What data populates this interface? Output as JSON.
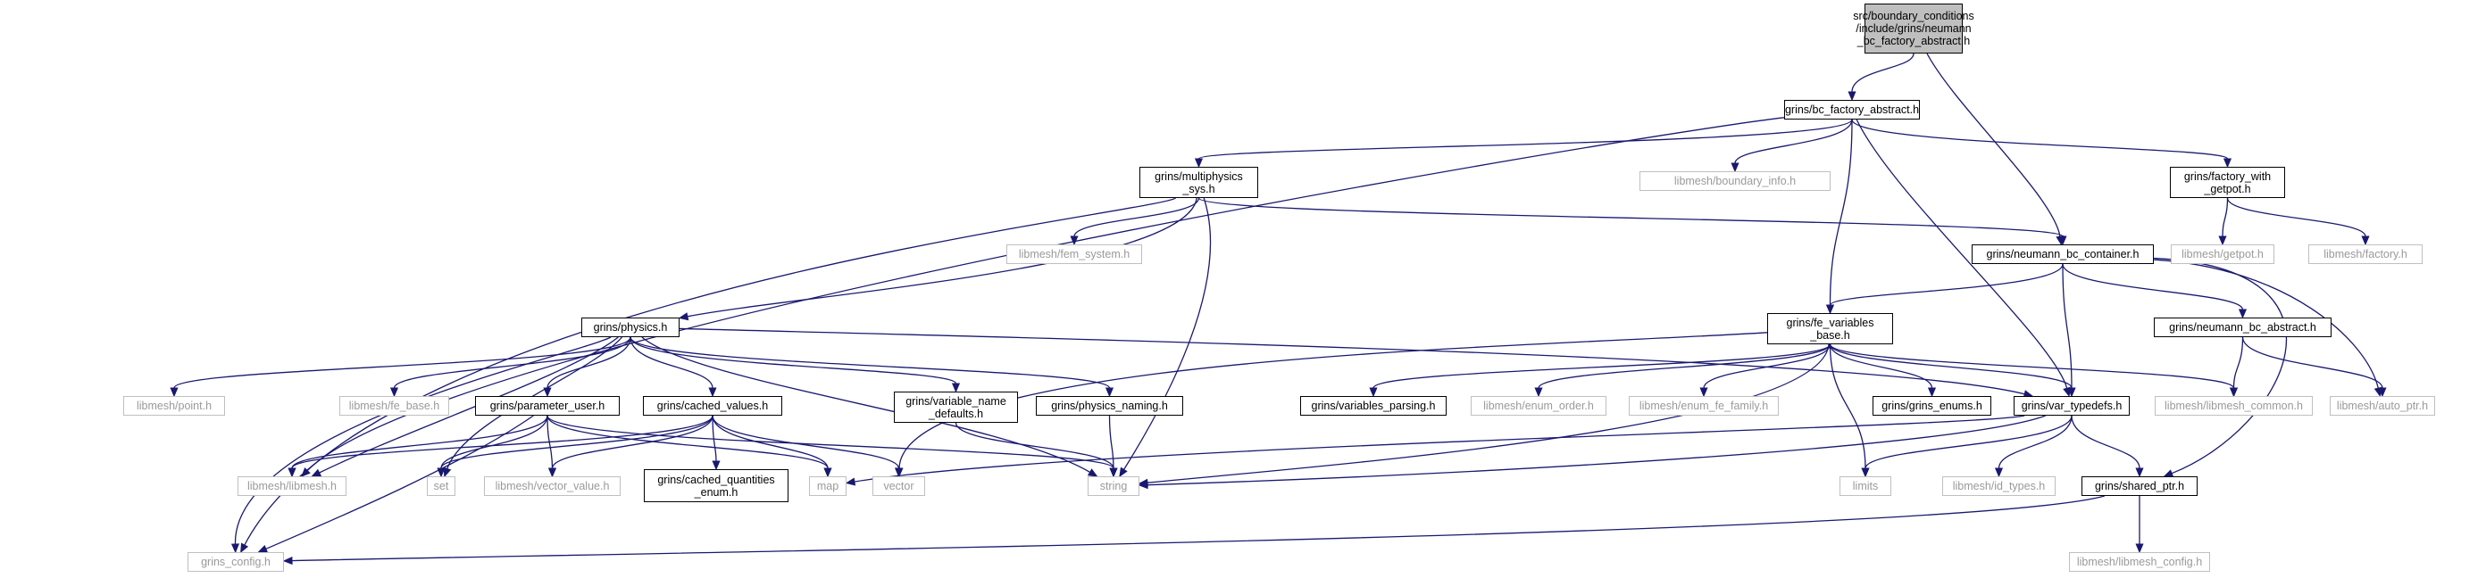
{
  "graph": {
    "colors": {
      "edge": "#191970",
      "root_fill": "#bfbfbf",
      "node_border": "#000000",
      "external_border": "#bfbfbf",
      "external_text": "#9a9a9a"
    },
    "nodes": [
      {
        "id": "root",
        "label": "src/boundary_conditions\n/include/grins/neumann\n_bc_factory_abstract.h",
        "kind": "root"
      },
      {
        "id": "bc_factory_abstract",
        "label": "grins/bc_factory_abstract.h",
        "kind": "internal"
      },
      {
        "id": "multiphysics_sys",
        "label": "grins/multiphysics\n_sys.h",
        "kind": "internal"
      },
      {
        "id": "boundary_info",
        "label": "libmesh/boundary_info.h",
        "kind": "external"
      },
      {
        "id": "factory_with_getpot",
        "label": "grins/factory_with\n_getpot.h",
        "kind": "internal"
      },
      {
        "id": "fem_system",
        "label": "libmesh/fem_system.h",
        "kind": "external"
      },
      {
        "id": "neumann_bc_container",
        "label": "grins/neumann_bc_container.h",
        "kind": "internal"
      },
      {
        "id": "getpot",
        "label": "libmesh/getpot.h",
        "kind": "external"
      },
      {
        "id": "factory",
        "label": "libmesh/factory.h",
        "kind": "external"
      },
      {
        "id": "physics",
        "label": "grins/physics.h",
        "kind": "internal"
      },
      {
        "id": "fe_variables_base",
        "label": "grins/fe_variables\n_base.h",
        "kind": "internal"
      },
      {
        "id": "neumann_bc_abstract",
        "label": "grins/neumann_bc_abstract.h",
        "kind": "internal"
      },
      {
        "id": "point",
        "label": "libmesh/point.h",
        "kind": "external"
      },
      {
        "id": "fe_base",
        "label": "libmesh/fe_base.h",
        "kind": "external"
      },
      {
        "id": "parameter_user",
        "label": "grins/parameter_user.h",
        "kind": "internal"
      },
      {
        "id": "cached_values",
        "label": "grins/cached_values.h",
        "kind": "internal"
      },
      {
        "id": "variable_name_defaults",
        "label": "grins/variable_name\n_defaults.h",
        "kind": "internal"
      },
      {
        "id": "physics_naming",
        "label": "grins/physics_naming.h",
        "kind": "internal"
      },
      {
        "id": "variables_parsing",
        "label": "grins/variables_parsing.h",
        "kind": "internal"
      },
      {
        "id": "enum_order",
        "label": "libmesh/enum_order.h",
        "kind": "external"
      },
      {
        "id": "enum_fe_family",
        "label": "libmesh/enum_fe_family.h",
        "kind": "external"
      },
      {
        "id": "grins_enums",
        "label": "grins/grins_enums.h",
        "kind": "internal"
      },
      {
        "id": "var_typedefs",
        "label": "grins/var_typedefs.h",
        "kind": "internal"
      },
      {
        "id": "libmesh_common",
        "label": "libmesh/libmesh_common.h",
        "kind": "external"
      },
      {
        "id": "auto_ptr",
        "label": "libmesh/auto_ptr.h",
        "kind": "external"
      },
      {
        "id": "libmesh_h",
        "label": "libmesh/libmesh.h",
        "kind": "external"
      },
      {
        "id": "set",
        "label": "set",
        "kind": "external"
      },
      {
        "id": "vector_value",
        "label": "libmesh/vector_value.h",
        "kind": "external"
      },
      {
        "id": "cached_quantities_enum",
        "label": "grins/cached_quantities\n_enum.h",
        "kind": "internal"
      },
      {
        "id": "map",
        "label": "map",
        "kind": "external"
      },
      {
        "id": "vector",
        "label": "vector",
        "kind": "external"
      },
      {
        "id": "string",
        "label": "string",
        "kind": "external"
      },
      {
        "id": "limits",
        "label": "limits",
        "kind": "external"
      },
      {
        "id": "id_types",
        "label": "libmesh/id_types.h",
        "kind": "external"
      },
      {
        "id": "shared_ptr",
        "label": "grins/shared_ptr.h",
        "kind": "internal"
      },
      {
        "id": "grins_config",
        "label": "grins_config.h",
        "kind": "external"
      },
      {
        "id": "libmesh_config",
        "label": "libmesh/libmesh_config.h",
        "kind": "external"
      }
    ],
    "edges": [
      [
        "root",
        "bc_factory_abstract"
      ],
      [
        "root",
        "neumann_bc_container"
      ],
      [
        "bc_factory_abstract",
        "multiphysics_sys"
      ],
      [
        "bc_factory_abstract",
        "boundary_info"
      ],
      [
        "bc_factory_abstract",
        "factory_with_getpot"
      ],
      [
        "bc_factory_abstract",
        "libmesh_h"
      ],
      [
        "bc_factory_abstract",
        "fe_variables_base"
      ],
      [
        "bc_factory_abstract",
        "var_typedefs"
      ],
      [
        "factory_with_getpot",
        "getpot"
      ],
      [
        "factory_with_getpot",
        "factory"
      ],
      [
        "multiphysics_sys",
        "fem_system"
      ],
      [
        "multiphysics_sys",
        "neumann_bc_container"
      ],
      [
        "multiphysics_sys",
        "physics"
      ],
      [
        "multiphysics_sys",
        "grins_config"
      ],
      [
        "multiphysics_sys",
        "string"
      ],
      [
        "neumann_bc_container",
        "fe_variables_base"
      ],
      [
        "neumann_bc_container",
        "var_typedefs"
      ],
      [
        "neumann_bc_container",
        "neumann_bc_abstract"
      ],
      [
        "neumann_bc_container",
        "auto_ptr"
      ],
      [
        "neumann_bc_container",
        "shared_ptr"
      ],
      [
        "neumann_bc_abstract",
        "libmesh_common"
      ],
      [
        "neumann_bc_abstract",
        "auto_ptr"
      ],
      [
        "physics",
        "point"
      ],
      [
        "physics",
        "fe_base"
      ],
      [
        "physics",
        "parameter_user"
      ],
      [
        "physics",
        "cached_values"
      ],
      [
        "physics",
        "variable_name_defaults"
      ],
      [
        "physics",
        "physics_naming"
      ],
      [
        "physics",
        "var_typedefs"
      ],
      [
        "physics",
        "libmesh_h"
      ],
      [
        "physics",
        "grins_config"
      ],
      [
        "physics",
        "set"
      ],
      [
        "physics",
        "string"
      ],
      [
        "fe_variables_base",
        "variables_parsing"
      ],
      [
        "fe_variables_base",
        "enum_order"
      ],
      [
        "fe_variables_base",
        "enum_fe_family"
      ],
      [
        "fe_variables_base",
        "grins_enums"
      ],
      [
        "fe_variables_base",
        "var_typedefs"
      ],
      [
        "fe_variables_base",
        "libmesh_common"
      ],
      [
        "fe_variables_base",
        "vector"
      ],
      [
        "fe_variables_base",
        "string"
      ],
      [
        "fe_variables_base",
        "limits"
      ],
      [
        "parameter_user",
        "libmesh_h"
      ],
      [
        "parameter_user",
        "set"
      ],
      [
        "parameter_user",
        "vector_value"
      ],
      [
        "parameter_user",
        "map"
      ],
      [
        "parameter_user",
        "string"
      ],
      [
        "parameter_user",
        "grins_config"
      ],
      [
        "cached_values",
        "libmesh_h"
      ],
      [
        "cached_values",
        "set"
      ],
      [
        "cached_values",
        "vector_value"
      ],
      [
        "cached_values",
        "cached_quantities_enum"
      ],
      [
        "cached_values",
        "map"
      ],
      [
        "cached_values",
        "vector"
      ],
      [
        "variable_name_defaults",
        "string"
      ],
      [
        "physics_naming",
        "string"
      ],
      [
        "var_typedefs",
        "map"
      ],
      [
        "var_typedefs",
        "string"
      ],
      [
        "var_typedefs",
        "limits"
      ],
      [
        "var_typedefs",
        "id_types"
      ],
      [
        "var_typedefs",
        "shared_ptr"
      ],
      [
        "shared_ptr",
        "grins_config"
      ],
      [
        "shared_ptr",
        "libmesh_config"
      ]
    ]
  }
}
